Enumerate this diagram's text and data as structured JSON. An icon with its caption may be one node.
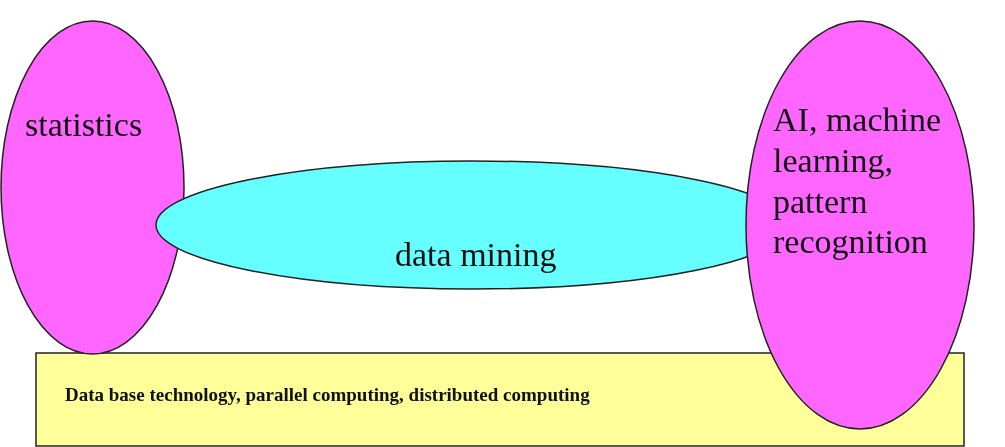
{
  "diagram": {
    "nodes": [
      {
        "text": [
          "statistics"
        ]
      },
      {
        "text": [
          "data mining"
        ]
      },
      {
        "text": [
          "AI, machine learning, pattern recognition"
        ]
      },
      {
        "text": [
          "Data base technology, parallel computing, distributed computing"
        ]
      }
    ]
  }
}
